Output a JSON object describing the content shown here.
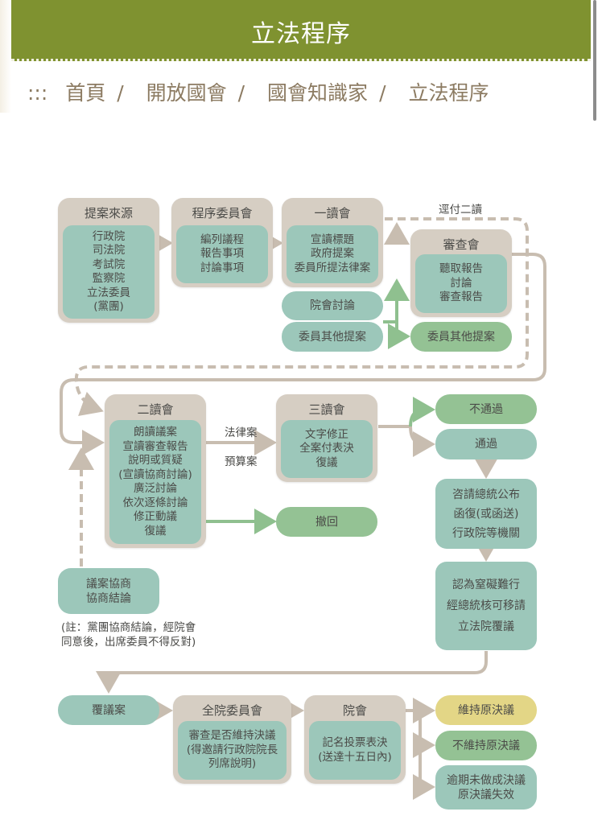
{
  "header": {
    "title": "立法程序"
  },
  "breadcrumb": {
    "marker": ":::",
    "items": [
      "首頁",
      "開放國會",
      "國會知識家",
      "立法程序"
    ],
    "separator": "/"
  },
  "flow": {
    "source": {
      "title": "提案來源",
      "lines": [
        "行政院",
        "司法院",
        "考試院",
        "監察院",
        "立法委員",
        "(黨團)"
      ]
    },
    "procedure": {
      "title": "程序委員會",
      "lines": [
        "編列議程",
        "報告事項",
        "討論事項"
      ]
    },
    "first_reading": {
      "title": "一讀會",
      "lines": [
        "宣讀標題",
        "政府提案",
        "委員所提法律案"
      ]
    },
    "plenary_discussion": "院會討論",
    "other_motions_left": "委員其他提案",
    "direct_second": "逕付二讀",
    "review": {
      "title": "審查會",
      "lines": [
        "聽取報告",
        "討論",
        "審查報告"
      ]
    },
    "other_motions_right": "委員其他提案",
    "second_reading": {
      "title": "二讀會",
      "lines": [
        "朗讀議案",
        "宣讀審查報告",
        "說明或質疑",
        "(宣讀協商討論)",
        "廣泛討論",
        "依次逐條討論",
        "修正動議",
        "復議"
      ]
    },
    "law_bill": "法律案",
    "budget_bill": "預算案",
    "third_reading": {
      "title": "三讀會",
      "lines": [
        "文字修正",
        "全案付表決",
        "復議"
      ]
    },
    "withdraw": "撤回",
    "fail": "不通過",
    "pass": "通過",
    "promulgate": [
      "咨請總統公布",
      "函復(或函送)",
      "行政院等機關"
    ],
    "reconsider_request": [
      "認為窒礙難行",
      "經總統核可移請",
      "立法院覆議"
    ],
    "negotiation": [
      "議案協商",
      "協商結論"
    ],
    "note": [
      "(註：黨團協商結論，經院會",
      "同意後，出席委員不得反對)"
    ],
    "reconsideration": "覆議案",
    "committee_whole": {
      "title": "全院委員會",
      "lines": [
        "審查是否維持決議",
        "(得邀請行政院院長",
        "列席說明)"
      ]
    },
    "plenary": {
      "title": "院會",
      "lines": [
        "記名投票表決",
        "(送達十五日內)"
      ]
    },
    "maintain": "維持原決議",
    "not_maintain": "不維持原決議",
    "expired": [
      "逾期未做成決議",
      "原決議失效"
    ]
  },
  "colors": {
    "header": "#7f9230",
    "box": "#d6cec3",
    "teal": "#9cc7ba",
    "green": "#94c294",
    "yellow": "#e3d686",
    "connector": "#c8bdb0"
  }
}
